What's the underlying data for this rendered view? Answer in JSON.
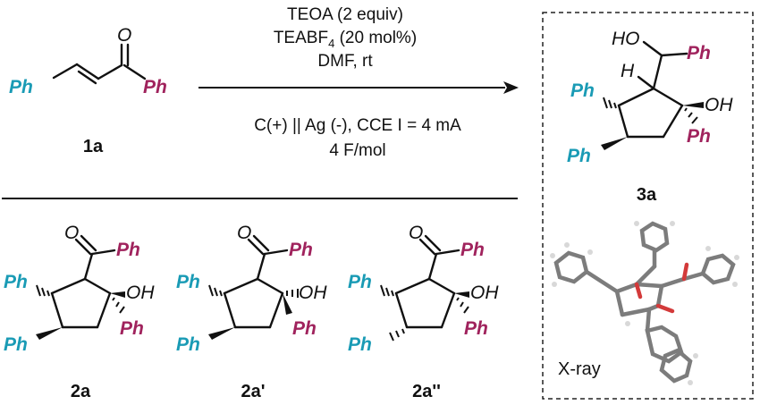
{
  "colors": {
    "teal": "#1a9bb5",
    "magenta": "#a0235d",
    "black": "#111111",
    "xray_grey": "#7c7c7c",
    "xray_red": "#d33a3a"
  },
  "reaction": {
    "reactant_label": "1a",
    "conditions_top": [
      "TEOA (2 equiv)",
      "TEABF",
      "4",
      " (20 mol%)",
      "DMF, rt"
    ],
    "conditions_bottom": [
      "C(+) || Ag (-), CCE I = 4 mA",
      "4 F/mol"
    ],
    "product_label": "3a",
    "xray_label": "X-ray"
  },
  "atoms": {
    "ph": "Ph",
    "oh": "OH",
    "ho": "HO",
    "o": "O",
    "h": "H"
  },
  "byproducts": [
    {
      "label": "2a"
    },
    {
      "label": "2a'"
    },
    {
      "label": "2a''"
    }
  ]
}
